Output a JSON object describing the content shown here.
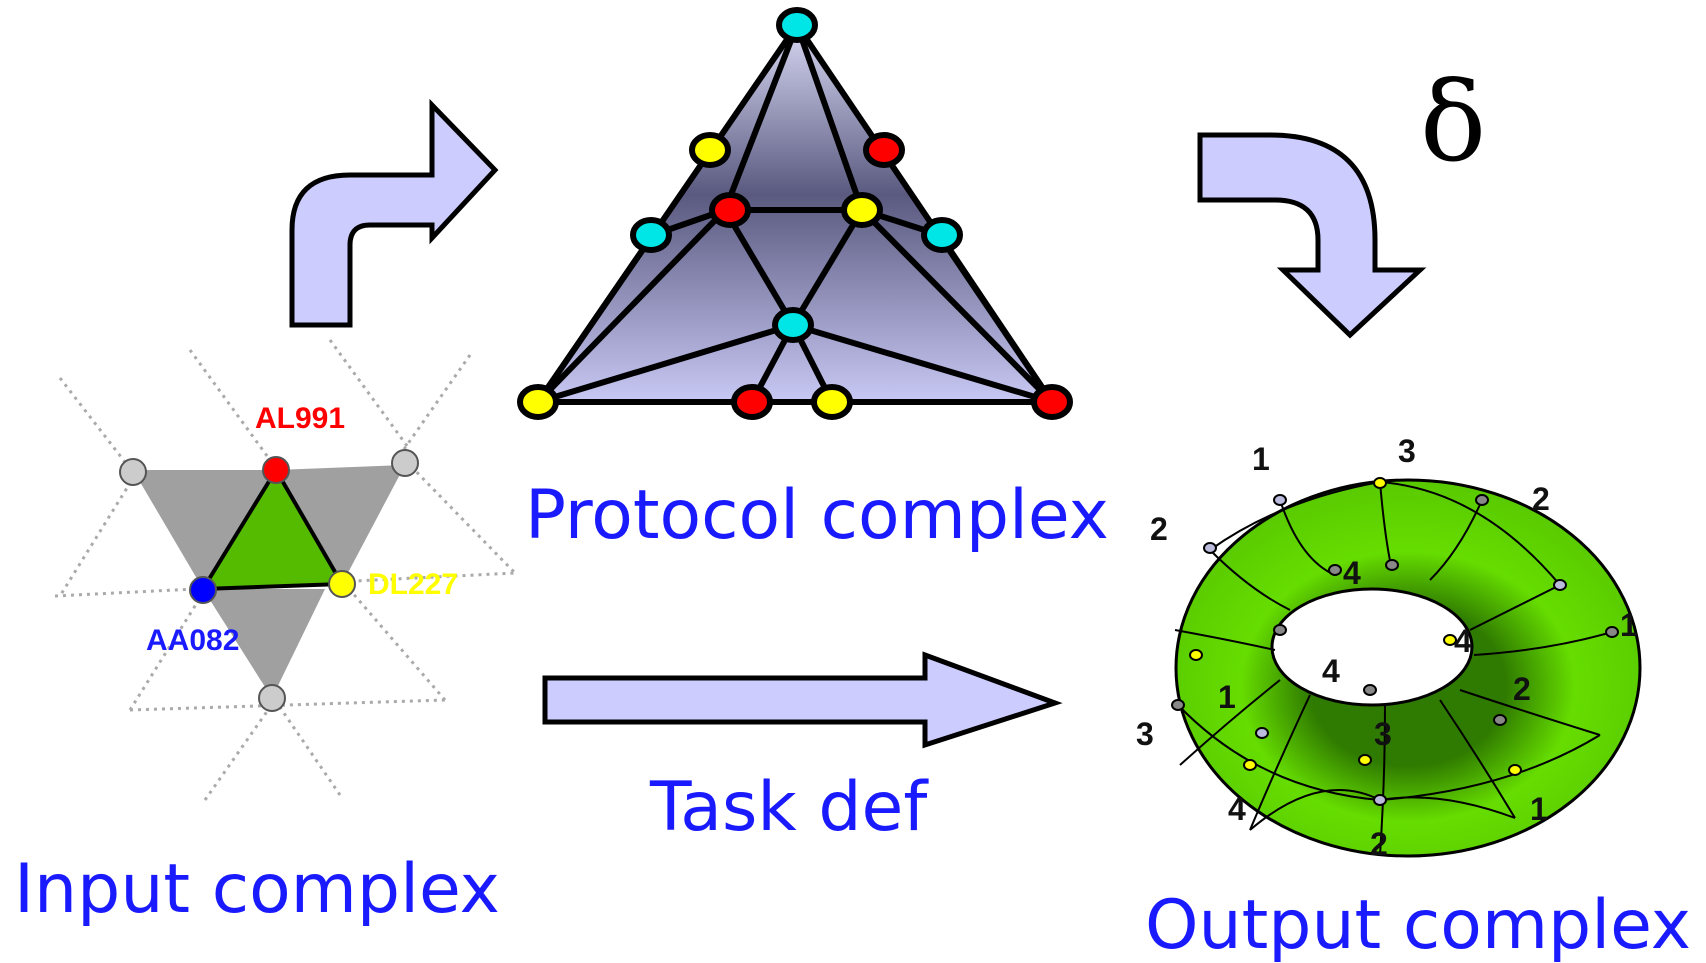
{
  "captions": {
    "input": "Input complex",
    "protocol": "Protocol complex",
    "task": "Task def",
    "output": "Output complex",
    "delta": "δ"
  },
  "input_labels": {
    "top": "AL991",
    "right": "DL227",
    "left": "AA082"
  },
  "output_numbers": [
    "1",
    "3",
    "2",
    "2",
    "4",
    "1",
    "4",
    "4",
    "1",
    "2",
    "3",
    "3",
    "4",
    "2",
    "1"
  ],
  "colors": {
    "caption": "#1a1aff",
    "arrow_fill": "#ccccff",
    "torus": "#66dd00",
    "red": "#ff0000",
    "yellow": "#ffff00",
    "cyan": "#00e5e5",
    "blue": "#0000ff",
    "gray": "#cccccc",
    "green_face": "#55bb00",
    "gray_face": "#a0a0a0"
  }
}
